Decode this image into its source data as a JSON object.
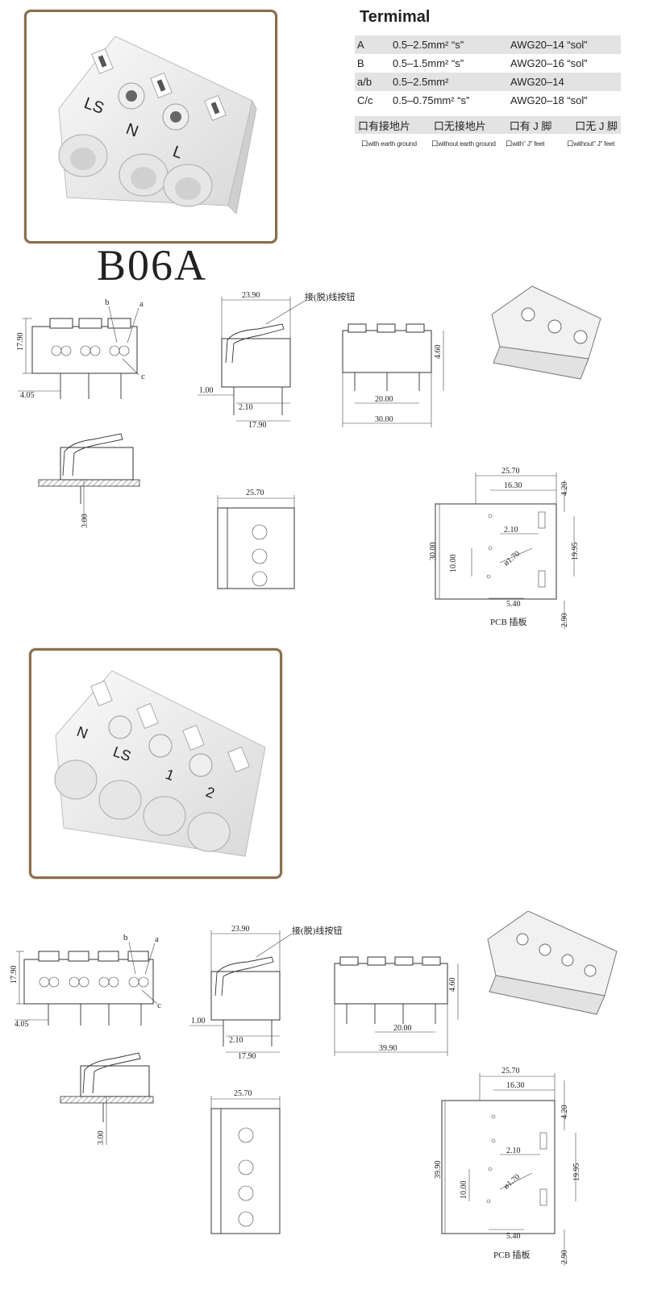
{
  "spec_table": {
    "title": "Termimal",
    "rows": [
      {
        "key": "A",
        "size": "0.5–2.5mm² “s”",
        "awg": "AWG20–14 “sol”",
        "shaded": true
      },
      {
        "key": "B",
        "size": "0.5–1.5mm² “s”",
        "awg": "AWG20–16 “sol”",
        "shaded": false
      },
      {
        "key": "a/b",
        "size": "0.5–2.5mm²",
        "awg": "AWG20–14",
        "shaded": true
      },
      {
        "key": "C/c",
        "size": "0.5–0.75mm² “s”",
        "awg": "AWG20–18 “sol”",
        "shaded": false
      }
    ],
    "options_cn": [
      "口有接地片",
      "口无接地片",
      "口有 J 脚",
      "口无 J 脚"
    ],
    "options_en": [
      "口with earth ground",
      "口without earth ground",
      "口with” J” feet",
      "口without” J” feet"
    ]
  },
  "model_name": "B06A",
  "product_3pole": {
    "labels": [
      "LS",
      "N",
      "L"
    ]
  },
  "product_4pole": {
    "labels": [
      "N",
      "LS",
      "1",
      "2"
    ]
  },
  "drawing_3pole": {
    "front": {
      "height": "17.90",
      "offset": "4.05",
      "label_a": "a",
      "label_b": "b",
      "label_c": "c"
    },
    "side": {
      "length": "23.90",
      "button_label": "接(脱)线按钮",
      "pin": "1.00",
      "pin_gap": "2.10",
      "base": "17.90"
    },
    "top": {
      "height": "4.60",
      "pitch": "20.00",
      "width": "30.00"
    },
    "mounted": {
      "pin_length": "3.00"
    },
    "plan": {
      "width": "25.70"
    },
    "pcb": {
      "width": "25.70",
      "offset": "16.30",
      "top": "4.20",
      "slot": "2.10",
      "height": "30.00",
      "hole_spacing": "10.00",
      "hole_dia": "ø1.70",
      "side": "19.95",
      "edge": "5.40",
      "bottom": "2.90",
      "title": "PCB 插板"
    }
  },
  "drawing_4pole": {
    "front": {
      "height": "17.90",
      "offset": "4.05",
      "label_a": "a",
      "label_b": "b",
      "label_c": "c"
    },
    "side": {
      "length": "23.90",
      "button_label": "接(脱)线按钮",
      "pin": "1.00",
      "pin_gap": "2.10",
      "base": "17.90"
    },
    "top": {
      "height": "4.60",
      "pitch": "20.00",
      "width": "39.90"
    },
    "mounted": {
      "pin_length": "3.00"
    },
    "plan": {
      "width": "25.70"
    },
    "pcb": {
      "width": "25.70",
      "offset": "16.30",
      "top": "4.20",
      "slot": "2.10",
      "height": "39.90",
      "hole_spacing": "10.00",
      "hole_dia": "ø1.70",
      "side": "19.95",
      "edge": "5.40",
      "bottom": "2.90",
      "title": "PCB 插板"
    }
  }
}
